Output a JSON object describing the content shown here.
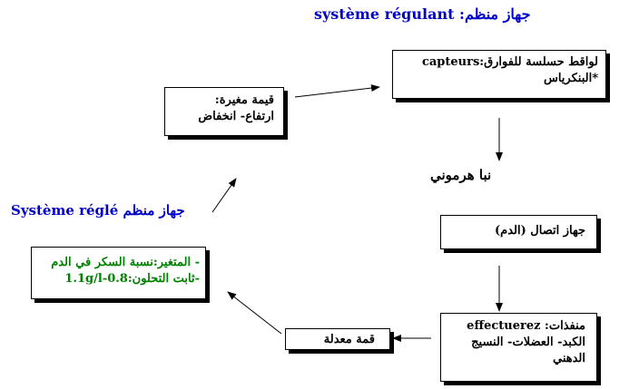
{
  "title": {
    "arabic": "جهاز منظم:",
    "french": "système régulant",
    "color_arabic": "#0000cc",
    "color_french": "#0000cc"
  },
  "sensor_box": {
    "line1": "لواقط حسلسة للفوارق:capteurs",
    "line2": "*البنكرياس"
  },
  "variable_box": {
    "line1": "قيمة مغيرة:",
    "line2": "ارتفاع- انخفاض"
  },
  "hormonal_message": "نبا هرموني",
  "communication_box": {
    "label": "جهاز اتصال (الدم)"
  },
  "effector_box": {
    "line1": "منفذات: effectuerez",
    "line2": "الكبد- العضلات- النسيج",
    "line3": "الدهني"
  },
  "corrected_value_box": {
    "label": "قمة معدلة"
  },
  "regulated_box": {
    "line1": "- المتغير:نسبة السكر في الدم",
    "line2": "-ثابت التحلون:0.8-1.1g/l",
    "color": "#008000"
  },
  "regulated_label": {
    "french": "Système réglé",
    "arabic": "جهاز منظم",
    "color": "#0000cc"
  }
}
